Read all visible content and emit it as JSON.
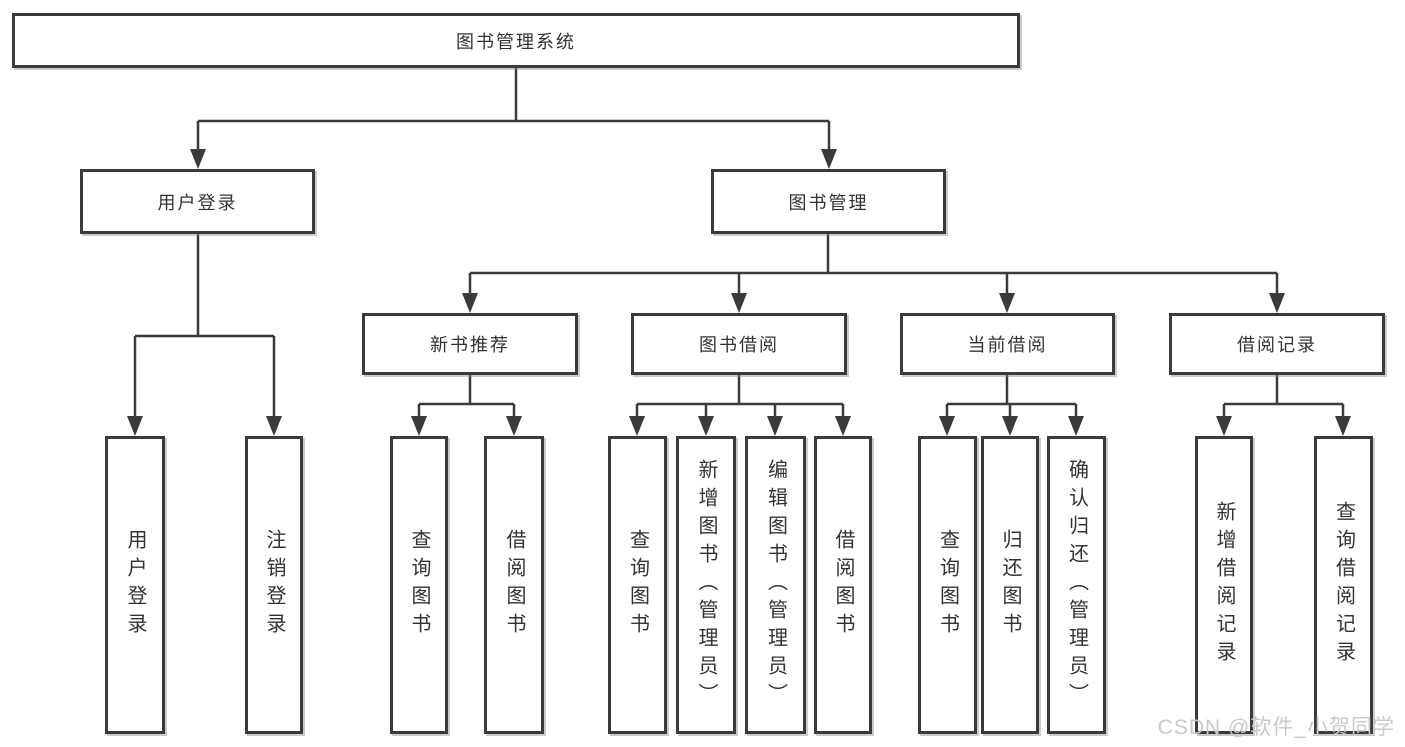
{
  "diagram": {
    "root": {
      "label": "图书管理系统"
    },
    "level2": [
      {
        "label": "用户登录"
      },
      {
        "label": "图书管理"
      }
    ],
    "level3": [
      {
        "label": "新书推荐"
      },
      {
        "label": "图书借阅"
      },
      {
        "label": "当前借阅"
      },
      {
        "label": "借阅记录"
      }
    ],
    "leaves": [
      {
        "label": "用户登录"
      },
      {
        "label": "注销登录"
      },
      {
        "label": "查询图书"
      },
      {
        "label": "借阅图书"
      },
      {
        "label": "查询图书"
      },
      {
        "label": "新增图书（管理员）"
      },
      {
        "label": "编辑图书（管理员）"
      },
      {
        "label": "借阅图书"
      },
      {
        "label": "查询图书"
      },
      {
        "label": "归还图书"
      },
      {
        "label": "确认归还（管理员）"
      },
      {
        "label": "新增借阅记录"
      },
      {
        "label": "查询借阅记录"
      }
    ]
  },
  "watermark": {
    "text": "CSDN @软件_小贺同学"
  },
  "colors": {
    "line": "#3a3a3a",
    "text": "#333333",
    "background": "#ffffff",
    "watermark": "#c9c9c9"
  }
}
